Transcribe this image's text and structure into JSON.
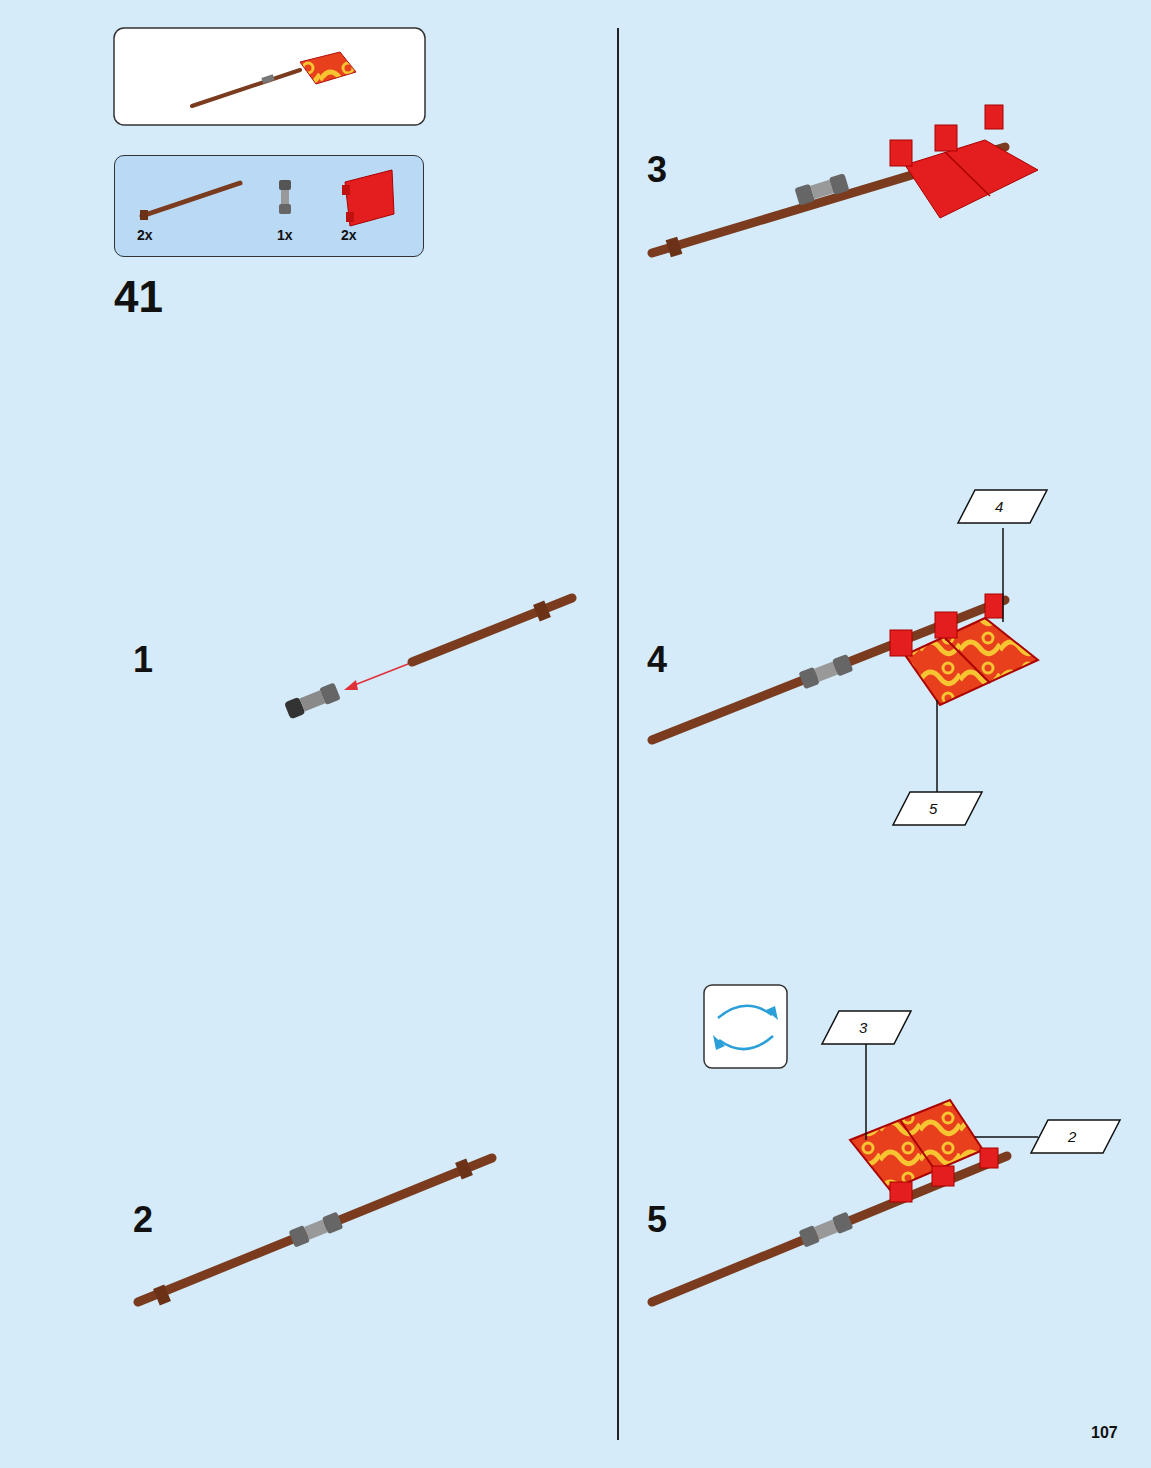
{
  "diagram": {
    "nodes": [
      {
        "text": [
          "2x",
          "1x",
          "2x"
        ]
      }
    ],
    "labels": [
      "41",
      "1",
      "2",
      "3",
      "4",
      "5",
      "4",
      "5",
      "3",
      "2",
      "107"
    ]
  }
}
